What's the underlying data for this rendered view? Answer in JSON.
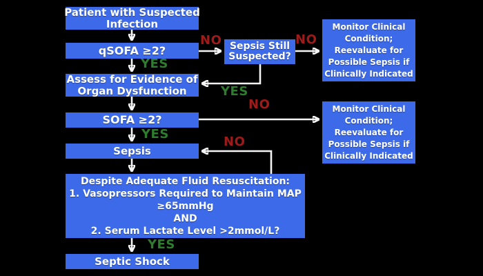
{
  "colors": {
    "background": "#000000",
    "node_blue": "#3d6ae8",
    "node_text": "#ffffff",
    "arrow": "#f5f5f5",
    "yes_green": "#2e7d2e",
    "no_red": "#9e1b1b"
  },
  "nodes": {
    "patient": {
      "lines": [
        "Patient with Suspected",
        "Infection"
      ]
    },
    "qsofa": {
      "lines": [
        "qSOFA ≥2?"
      ]
    },
    "sepsis_still": {
      "lines": [
        "Sepsis Still",
        "Suspected?"
      ]
    },
    "monitor_top": {
      "lines": [
        "Monitor Clinical",
        "Condition;",
        "Reevaluate for",
        "Possible Sepsis if",
        "Clinically Indicated"
      ]
    },
    "assess": {
      "lines": [
        "Assess for Evidence of",
        "Organ Dysfunction"
      ]
    },
    "sofa": {
      "lines": [
        "SOFA ≥2?"
      ]
    },
    "monitor_mid": {
      "lines": [
        "Monitor Clinical",
        "Condition;",
        "Reevaluate for",
        "Possible Sepsis if",
        "Clinically Indicated"
      ]
    },
    "sepsis": {
      "lines": [
        "Sepsis"
      ]
    },
    "shock_question": {
      "lines": [
        "Despite Adequate Fluid Resuscitation:",
        "1. Vasopressors Required to Maintain MAP",
        "≥65mmHg",
        "AND",
        "2. Serum Lactate Level >2mmol/L?"
      ]
    },
    "septic_shock": {
      "lines": [
        "Septic Shock"
      ]
    }
  },
  "edge_labels": {
    "qsofa_no": "NO",
    "qsofa_yes": "YES",
    "sepsis_still_no": "NO",
    "sepsis_still_yes": "YES",
    "sofa_no": "NO",
    "sofa_yes": "YES",
    "shock_no": "NO",
    "shock_yes": "YES"
  }
}
